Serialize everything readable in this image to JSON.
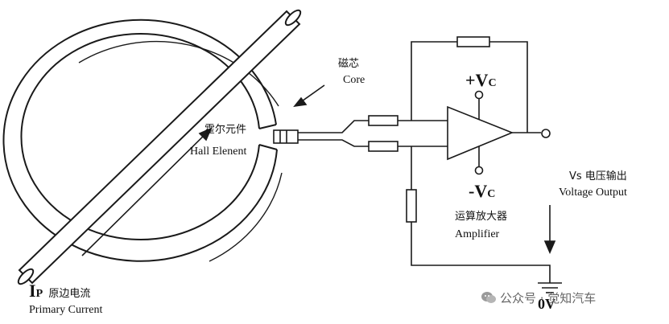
{
  "labels": {
    "core_cn": "磁芯",
    "core_en": "Core",
    "hall_cn": "霍尔元件",
    "hall_en": "Hall Elenent",
    "vplus_main": "+V",
    "vplus_sub": "C",
    "vminus_main": "-V",
    "vminus_sub": "C",
    "vs_cn": "Vs 电压输出",
    "vs_en": "Voltage Output",
    "amp_cn": "运算放大器",
    "amp_en": "Amplifier",
    "ip_main": "I",
    "ip_sub": "P",
    "ip_cn": "原边电流",
    "ip_en": "Primary Current",
    "ground": "0V"
  },
  "watermark": {
    "text": "公众号 · 觉知汽车",
    "icon": "wechat-icon"
  }
}
